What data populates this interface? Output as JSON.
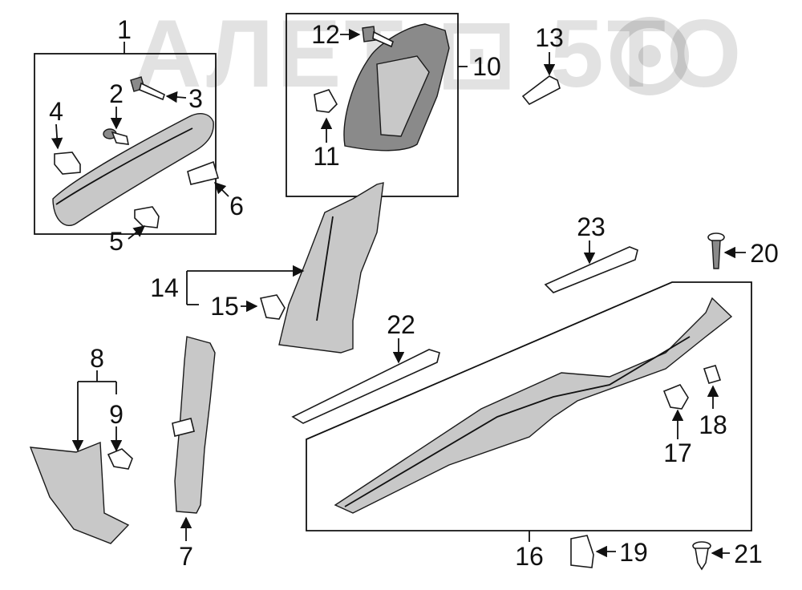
{
  "watermark": {
    "text": "АЛЕТ ⊡ 5ТО",
    "color": "#000000"
  },
  "callouts": {
    "c1": "1",
    "c2": "2",
    "c3": "3",
    "c4": "4",
    "c5": "5",
    "c6": "6",
    "c7": "7",
    "c8": "8",
    "c9": "9",
    "c10": "10",
    "c11": "11",
    "c12": "12",
    "c13": "13",
    "c14": "14",
    "c15": "15",
    "c16": "16",
    "c17": "17",
    "c18": "18",
    "c19": "19",
    "c20": "20",
    "c21": "21",
    "c22": "22",
    "c23": "23"
  }
}
